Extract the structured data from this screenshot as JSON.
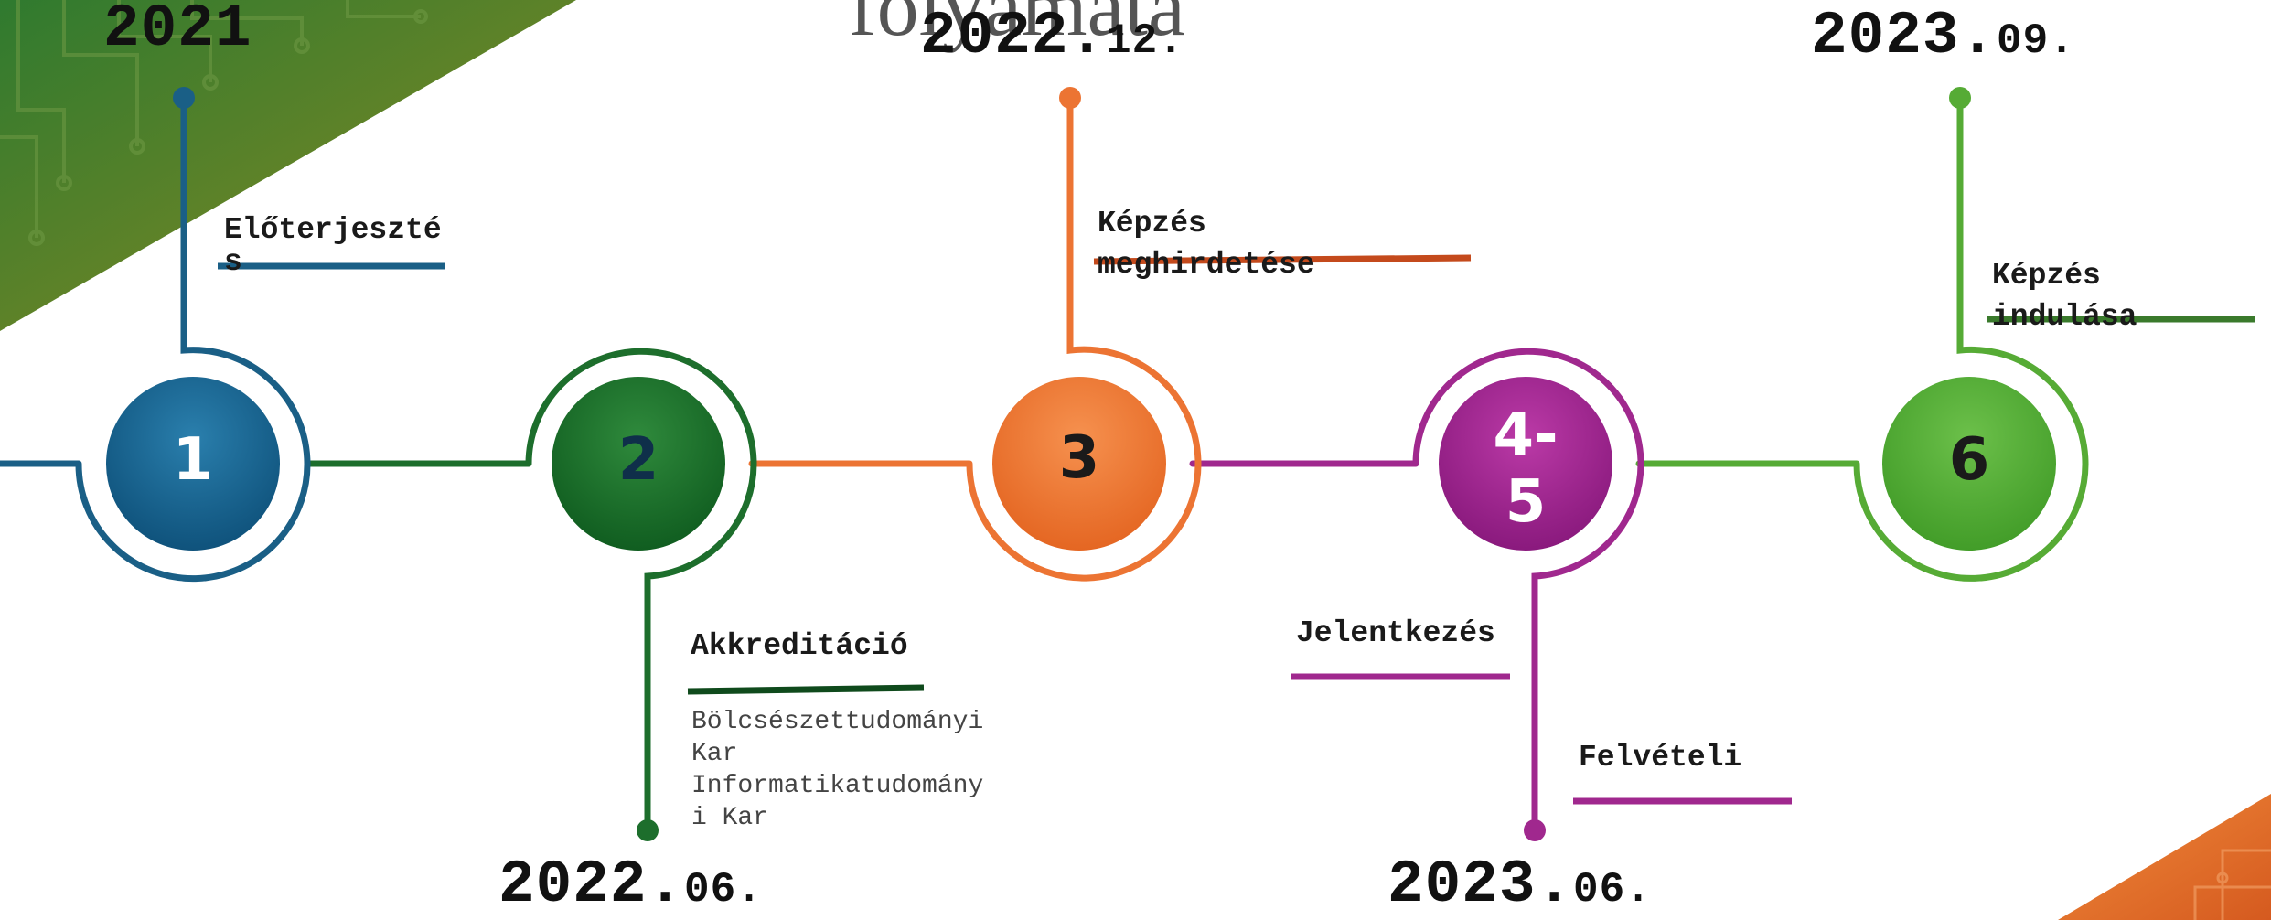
{
  "title_fragment": "folyamata",
  "colors": {
    "blue": "#1a5f86",
    "dark_green": "#1d6e2c",
    "orange": "#ec7433",
    "purple": "#a0288e",
    "light_green": "#56ab35"
  },
  "steps": [
    {
      "number": "1",
      "year": "2021",
      "year_suffix": "",
      "label": "Előterjesztés",
      "label_line1": "Előterjeszté",
      "label_line2": "s",
      "note": []
    },
    {
      "number": "2",
      "year": "2022.",
      "year_suffix": "06.",
      "label": "Akkreditáció",
      "note": [
        "Bölcsészettudományi",
        "Kar",
        "Informatikatudomány",
        "i Kar"
      ]
    },
    {
      "number": "3",
      "year": "2022.",
      "year_suffix": "12.",
      "label": "Képzés meghirdetése",
      "label_line1": "Képzés",
      "label_line2": "meghirdetése"
    },
    {
      "number": "4-5",
      "number_line1": "4-",
      "number_line2": "5",
      "year": "2023.",
      "year_suffix": "06.",
      "label_a": "Jelentkezés",
      "label_b": "Felvételi"
    },
    {
      "number": "6",
      "year": "2023.",
      "year_suffix": "09.",
      "label": "Képzés indulása",
      "label_line1": "Képzés",
      "label_line2": "indulása"
    }
  ]
}
